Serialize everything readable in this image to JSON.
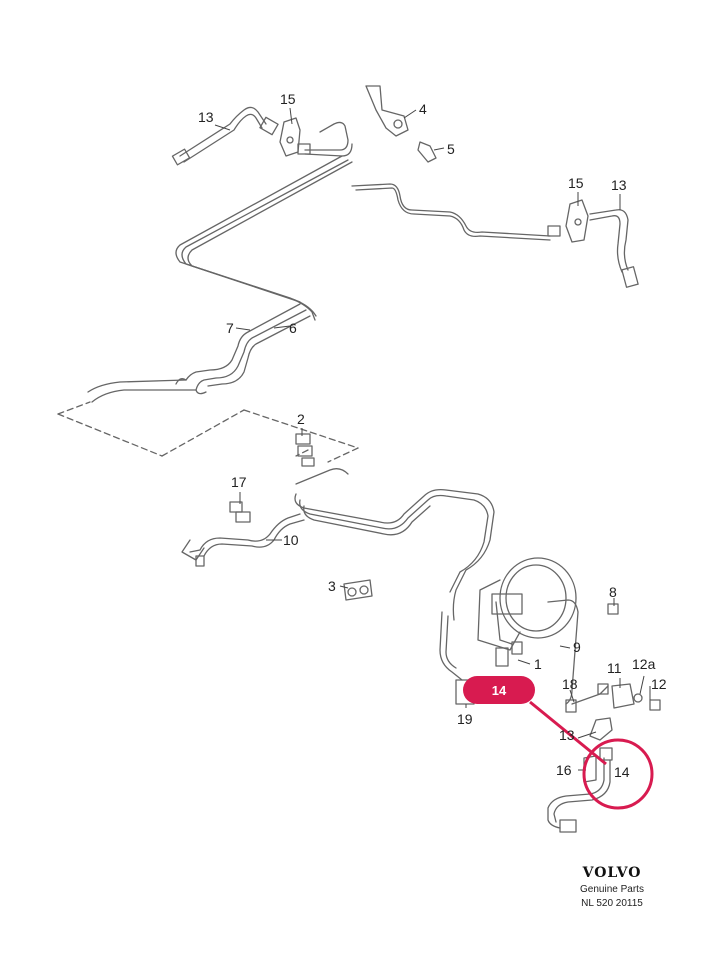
{
  "parts": {
    "p1": "1",
    "p2": "2",
    "p3": "3",
    "p4": "4",
    "p5": "5",
    "p6": "6",
    "p7": "7",
    "p8": "8",
    "p9": "9",
    "p10": "10",
    "p11": "11",
    "p12": "12",
    "p12a": "12a",
    "p13_left": "13",
    "p13_right": "13",
    "p15_left": "15",
    "p15_right": "15",
    "p16": "16",
    "p17": "17",
    "p18": "18",
    "p19": "19",
    "p13_lower": "13",
    "p14": "14"
  },
  "highlight": {
    "label": "14",
    "color": "#d81b50"
  },
  "brand": {
    "logo": "VOLVO",
    "subtitle": "Genuine Parts",
    "code": "NL 520 20115"
  },
  "colors": {
    "line": "#555555",
    "accent": "#d81b50"
  }
}
